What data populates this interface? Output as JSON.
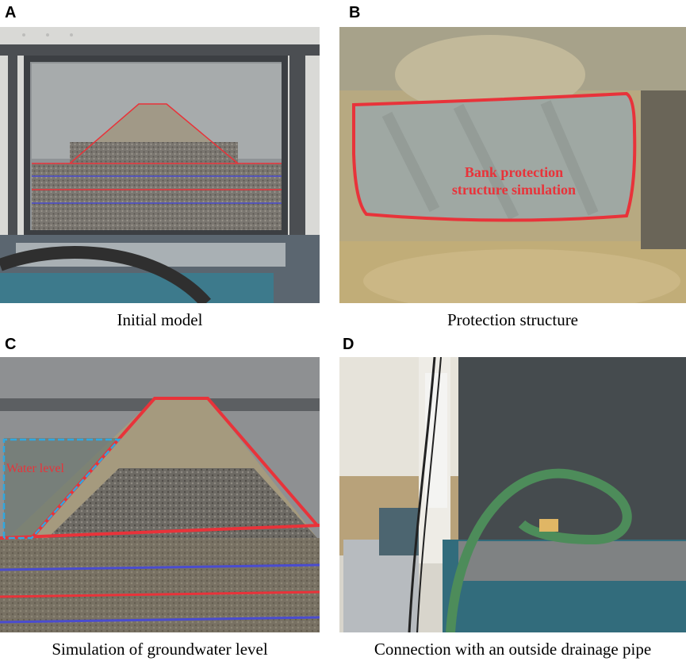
{
  "panels": {
    "a": {
      "letter": "A",
      "caption": "Initial model"
    },
    "b": {
      "letter": "B",
      "caption": "Protection structure",
      "annotation_line1": "Bank protection",
      "annotation_line2": "structure simulation"
    },
    "c": {
      "letter": "C",
      "caption": "Simulation of groundwater level",
      "annotation": "Water level"
    },
    "d": {
      "letter": "D",
      "caption": "Connection with an outside drainage pipe"
    }
  },
  "colors": {
    "annotation_red": "#e8333a",
    "annotation_blue_dashed": "#2fa8e0",
    "layer_blue": "#4a4ccf"
  }
}
